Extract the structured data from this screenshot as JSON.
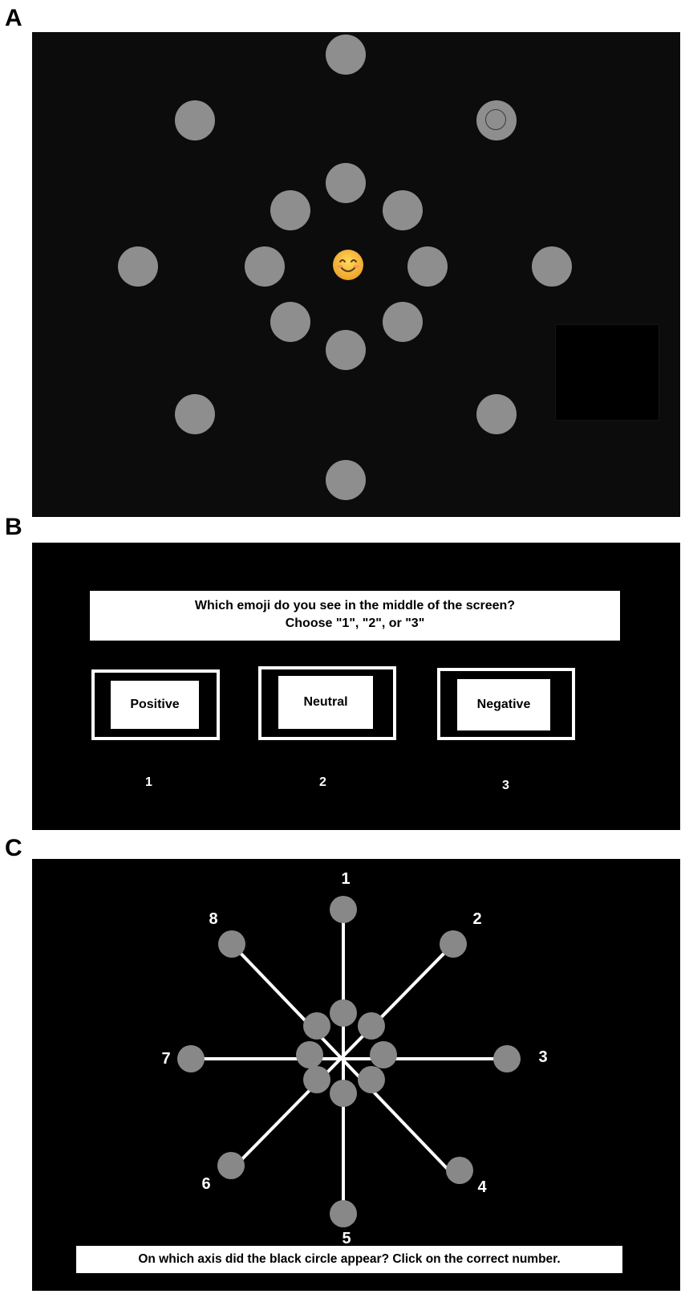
{
  "panel_labels": {
    "a": "A",
    "b": "B",
    "c": "C"
  },
  "panel_b": {
    "question_line1": "Which emoji do you see in the middle of the screen?",
    "question_line2": "Choose \"1\", \"2\", or \"3\"",
    "options": [
      {
        "label": "Positive",
        "number": "1"
      },
      {
        "label": "Neutral",
        "number": "2"
      },
      {
        "label": "Negative",
        "number": "3"
      }
    ]
  },
  "panel_c": {
    "axis_labels": [
      "1",
      "2",
      "3",
      "4",
      "5",
      "6",
      "7",
      "8"
    ],
    "instruction": "On which axis did the black circle appear? Click on the correct number."
  },
  "colors": {
    "circle_gray": "#8e8e8e",
    "background_black": "#000000",
    "emoji_yellow": "#f5b43a"
  }
}
